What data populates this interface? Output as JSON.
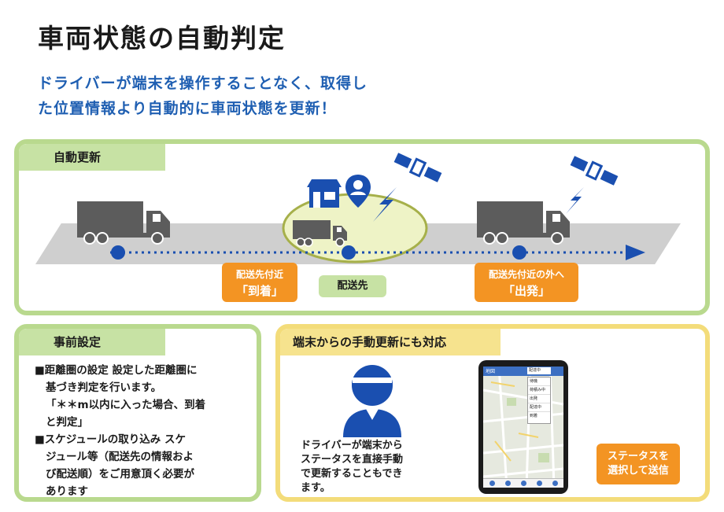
{
  "header": {
    "title": "車両状態の自動判定",
    "subtitle_line1": "ドライバーが端末を操作することなく、取得し",
    "subtitle_line2": "た位置情報より自動的に車両状態を更新！"
  },
  "auto_panel": {
    "tab_label": "自動更新",
    "arrive_small": "配送先付近",
    "arrive_big": "「到着」",
    "destination": "配送先",
    "depart_small": "配送先付近の外へ",
    "depart_big": "「出発」"
  },
  "pre_settings": {
    "tab_label": "事前設定",
    "lines": [
      "■距離圏の設定 設定した距離圏に",
      "基づき判定を行います。",
      "「＊＊m以内に入った場合、到着",
      "と判定」",
      "■スケジュールの取り込み スケ",
      "ジュール等（配送先の情報およ",
      "び配送順）をご用意頂く必要が",
      "あります"
    ]
  },
  "manual_panel": {
    "tab_label": "端末からの手動更新にも対応",
    "description": [
      "ドライバーが端末から",
      "ステータスを直接手動",
      "で更新することもでき",
      "ます。"
    ],
    "action_line1": "ステータスを",
    "action_line2": "選択して送信",
    "tablet": {
      "top_left": "地図",
      "dropdown_selected": "配達中",
      "menu_items": [
        "待機",
        "荷積み中",
        "出発",
        "配達中",
        "到着"
      ]
    }
  },
  "colors": {
    "title_blue": "#1f5fb2",
    "panel_green": "#b9d98e",
    "tab_green": "#c7e2a4",
    "panel_yellow": "#f3dc7a",
    "label_orange": "#f39423",
    "truck_gray": "#5c5c5c",
    "route_blue": "#1a4fb0"
  }
}
